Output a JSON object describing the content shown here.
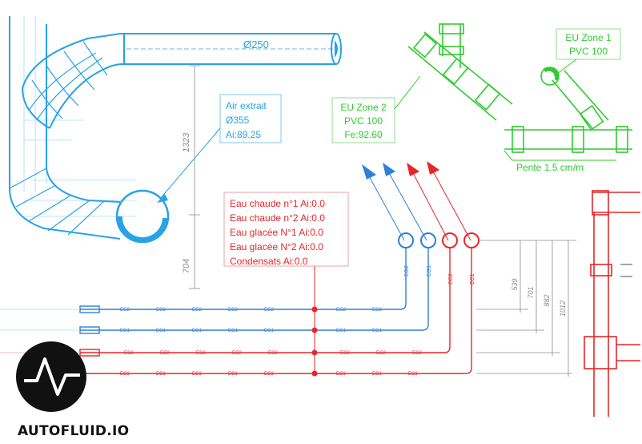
{
  "duct": {
    "diameter_label": "Ø250",
    "callout": {
      "line1": "Air extrait",
      "line2": "Ø355",
      "line3": "Ai:89.25"
    },
    "dim_upper": "1323",
    "dim_lower": "704"
  },
  "eu_zone1": {
    "line1": "EU Zone 1",
    "line2": "PVC 100"
  },
  "eu_zone2": {
    "line1": "EU Zone 2",
    "line2": "PVC 100",
    "line3": "Fe:92.60"
  },
  "slope_label": "Pente 1.5 cm/m",
  "pipes_callout": {
    "items": [
      "Eau chaude n°1 Ai:0.0",
      "Eau chaude n°2 Ai:0.0",
      "Eau glacée N°1 Ai:0.0",
      "Eau glacée N°2 Ai:0.0",
      "Condensats Ai:0.0"
    ]
  },
  "pipe_tags": [
    "EG2",
    "EG1",
    "EC2",
    "EC1"
  ],
  "right_dims": [
    "539",
    "701",
    "882",
    "1012"
  ],
  "colors": {
    "blue": "#2f7fd6",
    "cyan": "#27a3e6",
    "green": "#2ecc2e",
    "red": "#e8262a",
    "gray": "#8c8c8c"
  },
  "brand": {
    "name": "AUTOFLUID.IO"
  }
}
